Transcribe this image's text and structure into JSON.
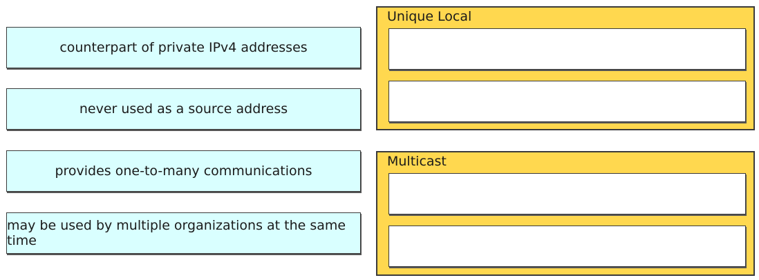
{
  "items": [
    {
      "label": "counterpart of private IPv4 addresses"
    },
    {
      "label": "never used as a source address"
    },
    {
      "label": "provides one-to-many communications"
    },
    {
      "label": "may be used by multiple organizations at the same time"
    }
  ],
  "groups": [
    {
      "title": "Unique Local"
    },
    {
      "title": "Multicast"
    }
  ],
  "colors": {
    "item_background": "#d9ffff",
    "group_background": "#ffd84f",
    "slot_background": "#ffffff",
    "border": "#3a3a3a"
  }
}
